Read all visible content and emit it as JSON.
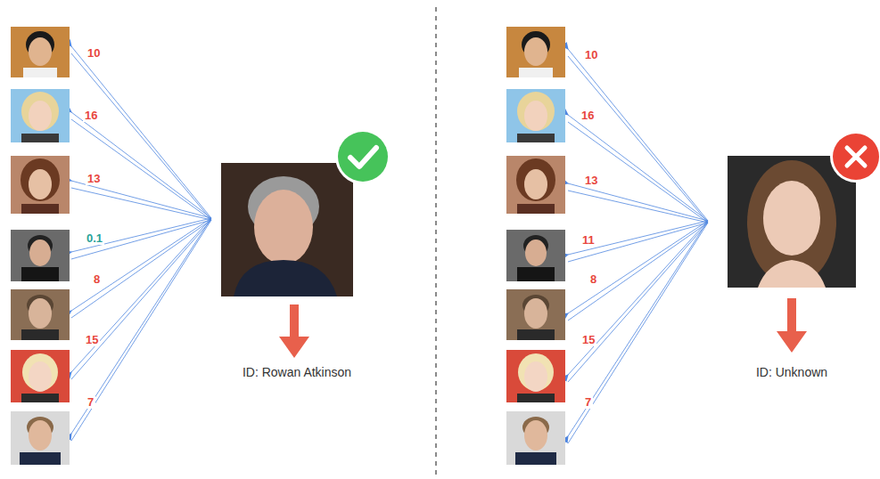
{
  "diagram": {
    "nodes": [
      {
        "text": [
          "ID: Rowan Atkinson"
        ]
      },
      {
        "text": [
          "ID: Unknown"
        ]
      }
    ],
    "labels": [
      "10",
      "16",
      "13",
      "0.1",
      "8",
      "15",
      "7",
      "10",
      "16",
      "13",
      "11",
      "8",
      "15",
      "7"
    ]
  }
}
